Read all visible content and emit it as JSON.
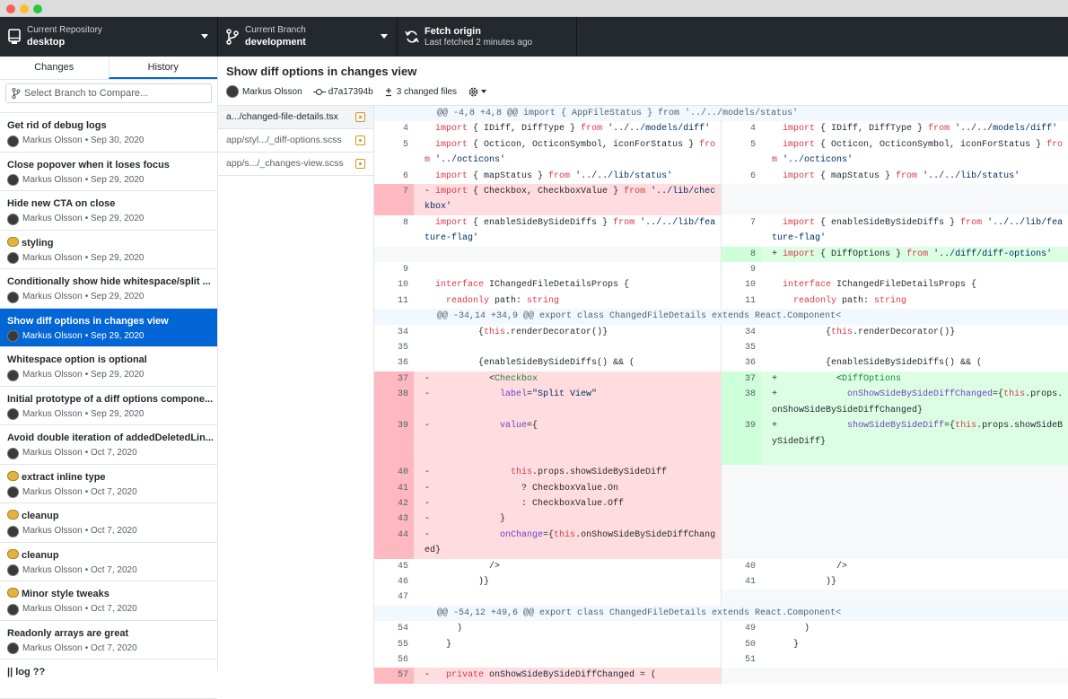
{
  "window": {
    "controls": [
      "close",
      "minimize",
      "zoom"
    ]
  },
  "toolbar": {
    "repo_label": "Current Repository",
    "repo_value": "desktop",
    "branch_label": "Current Branch",
    "branch_value": "development",
    "fetch_title": "Fetch origin",
    "fetch_sub": "Last fetched 2 minutes ago"
  },
  "sidebar": {
    "tabs": [
      "Changes",
      "History"
    ],
    "active_tab": "History",
    "compare_placeholder": "Select Branch to Compare...",
    "commits": [
      {
        "title": "Get rid of debug logs",
        "author": "Markus Olsson",
        "date": "• Sep 30, 2020",
        "emoji": false
      },
      {
        "title": "Close popover when it loses focus",
        "author": "Markus Olsson",
        "date": "• Sep 29, 2020",
        "emoji": false
      },
      {
        "title": "Hide new CTA on close",
        "author": "Markus Olsson",
        "date": "• Sep 29, 2020",
        "emoji": false
      },
      {
        "title": "styling",
        "author": "Markus Olsson",
        "date": "• Sep 29, 2020",
        "emoji": true
      },
      {
        "title": "Conditionally show hide whitespace/split ...",
        "author": "Markus Olsson",
        "date": "• Sep 29, 2020",
        "emoji": false
      },
      {
        "title": "Show diff options in changes view",
        "author": "Markus Olsson",
        "date": "• Sep 29, 2020",
        "emoji": false,
        "selected": true
      },
      {
        "title": "Whitespace option is optional",
        "author": "Markus Olsson",
        "date": "• Sep 29, 2020",
        "emoji": false
      },
      {
        "title": "Initial prototype of a diff options compone...",
        "author": "Markus Olsson",
        "date": "• Sep 29, 2020",
        "emoji": false
      },
      {
        "title": "Avoid double iteration of addedDeletedLin...",
        "author": "Markus Olsson",
        "date": "• Oct 7, 2020",
        "emoji": false
      },
      {
        "title": "extract inline type",
        "author": "Markus Olsson",
        "date": "• Oct 7, 2020",
        "emoji": true
      },
      {
        "title": "cleanup",
        "author": "Markus Olsson",
        "date": "• Oct 7, 2020",
        "emoji": true
      },
      {
        "title": "cleanup",
        "author": "Markus Olsson",
        "date": "• Oct 7, 2020",
        "emoji": true
      },
      {
        "title": "Minor style tweaks",
        "author": "Markus Olsson",
        "date": "• Oct 7, 2020",
        "emoji": true
      },
      {
        "title": "Readonly arrays are great",
        "author": "Markus Olsson",
        "date": "• Oct 7, 2020",
        "emoji": false
      },
      {
        "title": "|| log ??",
        "author": "",
        "date": "",
        "emoji": false
      }
    ]
  },
  "commit_header": {
    "title": "Show diff options in changes view",
    "author": "Markus Olsson",
    "sha": "d7a17394b",
    "files_changed": "3 changed files"
  },
  "files": [
    {
      "name": "a.../changed-file-details.tsx",
      "selected": true
    },
    {
      "name": "app/styl.../_diff-options.scss",
      "selected": false
    },
    {
      "name": "app/s.../_changes-view.scss",
      "selected": false
    }
  ],
  "diff_rows": [
    {
      "type": "hunk",
      "text": "@@ -4,8 +4,8 @@ import { AppFileStatus } from '../../models/status'"
    },
    {
      "type": "row",
      "l": {
        "n": "4",
        "c": "  import { IDiff, DiffType } from '../../models/diff'"
      },
      "r": {
        "n": "4",
        "c": "  import { IDiff, DiffType } from '../../models/diff'"
      }
    },
    {
      "type": "row",
      "l": {
        "n": "5",
        "c": "  import { Octicon, OcticonSymbol, iconForStatus } from '../octicons'"
      },
      "r": {
        "n": "5",
        "c": "  import { Octicon, OcticonSymbol, iconForStatus } from '../octicons'"
      }
    },
    {
      "type": "row",
      "l": {
        "n": "6",
        "c": "  import { mapStatus } from '../../lib/status'"
      },
      "r": {
        "n": "6",
        "c": "  import { mapStatus } from '../../lib/status'"
      }
    },
    {
      "type": "row",
      "l": {
        "n": "7",
        "c": "- import { Checkbox, CheckboxValue } from '../lib/checkbox'",
        "k": "del"
      },
      "r": {
        "n": "",
        "c": "",
        "k": "empty"
      }
    },
    {
      "type": "row",
      "l": {
        "n": "8",
        "c": "  import { enableSideBySideDiffs } from '../../lib/feature-flag'"
      },
      "r": {
        "n": "7",
        "c": "  import { enableSideBySideDiffs } from '../../lib/feature-flag'"
      }
    },
    {
      "type": "row",
      "l": {
        "n": "",
        "c": "",
        "k": "empty"
      },
      "r": {
        "n": "8",
        "c": "+ import { DiffOptions } from '../diff/diff-options'",
        "k": "add"
      }
    },
    {
      "type": "row",
      "l": {
        "n": "9",
        "c": ""
      },
      "r": {
        "n": "9",
        "c": ""
      }
    },
    {
      "type": "row",
      "l": {
        "n": "10",
        "c": "  interface IChangedFileDetailsProps {"
      },
      "r": {
        "n": "10",
        "c": "  interface IChangedFileDetailsProps {"
      }
    },
    {
      "type": "row",
      "l": {
        "n": "11",
        "c": "    readonly path: string"
      },
      "r": {
        "n": "11",
        "c": "    readonly path: string"
      }
    },
    {
      "type": "hunk",
      "text": "@@ -34,14 +34,9 @@ export class ChangedFileDetails extends React.Component<"
    },
    {
      "type": "row",
      "l": {
        "n": "34",
        "c": "          {this.renderDecorator()}"
      },
      "r": {
        "n": "34",
        "c": "          {this.renderDecorator()}"
      }
    },
    {
      "type": "row",
      "l": {
        "n": "35",
        "c": ""
      },
      "r": {
        "n": "35",
        "c": ""
      }
    },
    {
      "type": "row",
      "l": {
        "n": "36",
        "c": "          {enableSideBySideDiffs() && ("
      },
      "r": {
        "n": "36",
        "c": "          {enableSideBySideDiffs() && ("
      }
    },
    {
      "type": "row",
      "l": {
        "n": "37",
        "c": "-           <Checkbox",
        "k": "del"
      },
      "r": {
        "n": "37",
        "c": "+           <DiffOptions",
        "k": "add"
      }
    },
    {
      "type": "row",
      "l": {
        "n": "38",
        "c": "-             label=\"Split View\"",
        "k": "del"
      },
      "r": {
        "n": "38",
        "c": "+             onShowSideBySideDiffChanged={this.props.onShowSideBySideDiffChanged}",
        "k": "add"
      }
    },
    {
      "type": "row",
      "l": {
        "n": "39",
        "c": "-             value={",
        "k": "del",
        "tall": true
      },
      "r": {
        "n": "39",
        "c": "+             showSideBySideDiff={this.props.showSideBySideDiff}",
        "k": "add"
      }
    },
    {
      "type": "row",
      "l": {
        "n": "40",
        "c": "-               this.props.showSideBySideDiff",
        "k": "del"
      },
      "r": {
        "n": "",
        "c": "",
        "k": "empty"
      }
    },
    {
      "type": "row",
      "l": {
        "n": "41",
        "c": "-                 ? CheckboxValue.On",
        "k": "del"
      },
      "r": {
        "n": "",
        "c": "",
        "k": "empty"
      }
    },
    {
      "type": "row",
      "l": {
        "n": "42",
        "c": "-                 : CheckboxValue.Off",
        "k": "del"
      },
      "r": {
        "n": "",
        "c": "",
        "k": "empty"
      }
    },
    {
      "type": "row",
      "l": {
        "n": "43",
        "c": "-             }",
        "k": "del"
      },
      "r": {
        "n": "",
        "c": "",
        "k": "empty"
      }
    },
    {
      "type": "row",
      "l": {
        "n": "44",
        "c": "-             onChange={this.onShowSideBySideDiffChanged}",
        "k": "del"
      },
      "r": {
        "n": "",
        "c": "",
        "k": "empty"
      }
    },
    {
      "type": "row",
      "l": {
        "n": "45",
        "c": "            />"
      },
      "r": {
        "n": "40",
        "c": "            />"
      }
    },
    {
      "type": "row",
      "l": {
        "n": "46",
        "c": "          )}"
      },
      "r": {
        "n": "41",
        "c": "          )}"
      }
    },
    {
      "type": "row",
      "l": {
        "n": "47",
        "c": ""
      },
      "r": {
        "n": "",
        "c": "",
        "k": "empty"
      }
    },
    {
      "type": "hunk",
      "text": "@@ -54,12 +49,6 @@ export class ChangedFileDetails extends React.Component<"
    },
    {
      "type": "row",
      "l": {
        "n": "54",
        "c": "      )"
      },
      "r": {
        "n": "49",
        "c": "      )"
      }
    },
    {
      "type": "row",
      "l": {
        "n": "55",
        "c": "    }"
      },
      "r": {
        "n": "50",
        "c": "    }"
      }
    },
    {
      "type": "row",
      "l": {
        "n": "56",
        "c": ""
      },
      "r": {
        "n": "51",
        "c": ""
      }
    },
    {
      "type": "row",
      "l": {
        "n": "57",
        "c": "-   private onShowSideBySideDiffChanged = (",
        "k": "del"
      },
      "r": {
        "n": "",
        "c": "",
        "k": "empty"
      }
    }
  ],
  "colors": {
    "toolbar_bg": "#24292e",
    "selected_commit": "#0366d6",
    "deleted_line": "#ffdce0",
    "added_line": "#dcffe4",
    "hunk_header": "#f1f8ff"
  }
}
